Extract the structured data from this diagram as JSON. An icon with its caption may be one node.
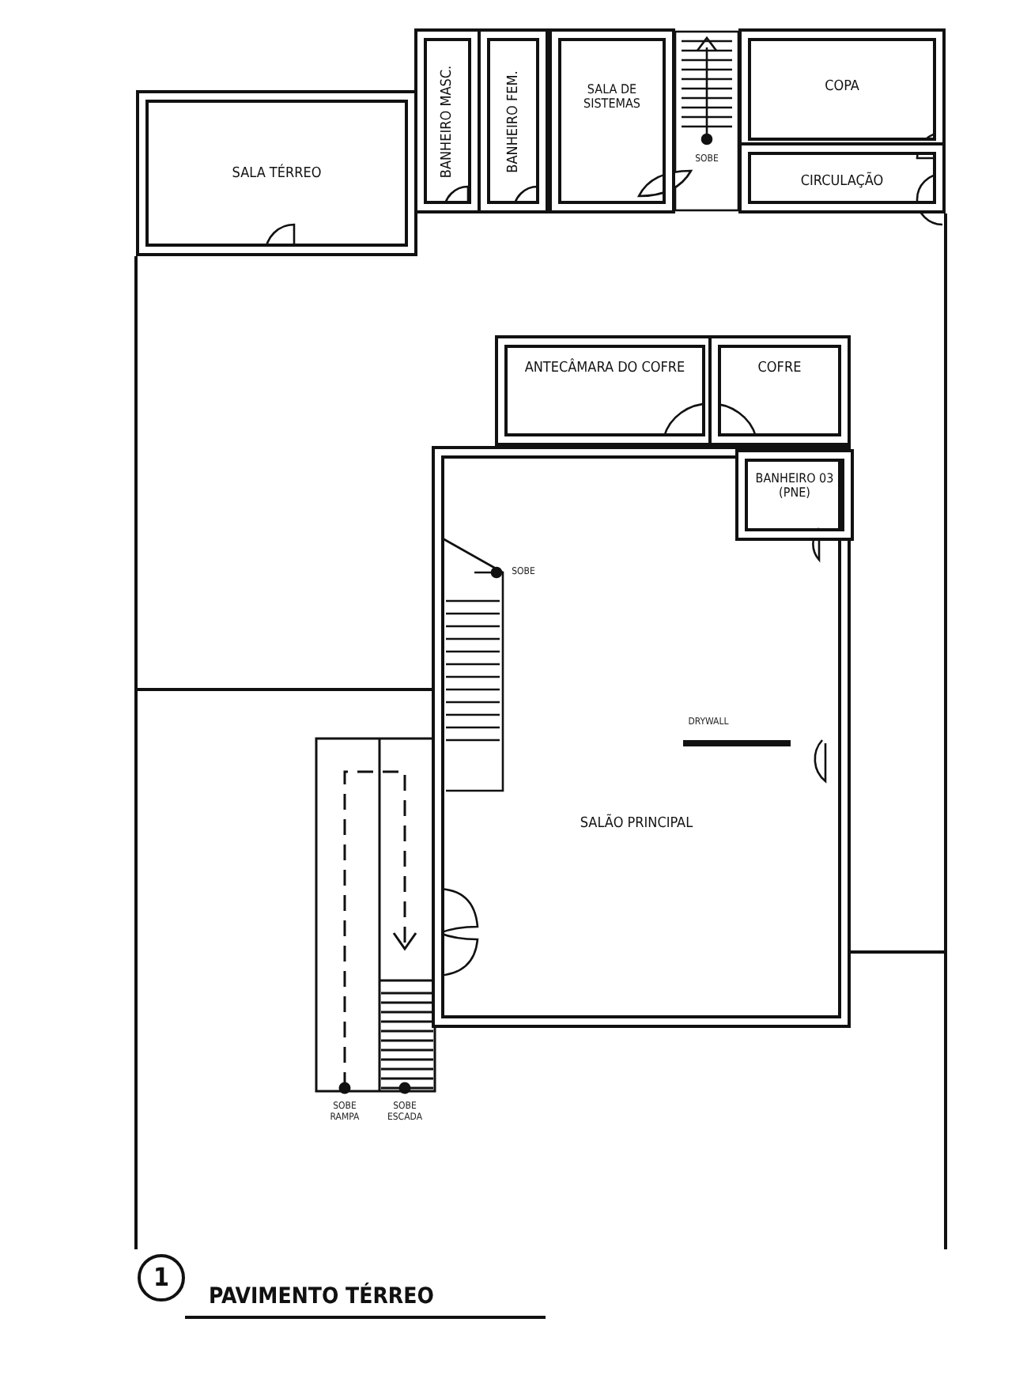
{
  "diagram": {
    "title": "PAVIMENTO TÉRREO",
    "nodes": [
      {
        "text": [
          "SALA TÉRREO"
        ]
      },
      {
        "text": [
          "BANHEIRO MASC."
        ]
      },
      {
        "text": [
          "BANHEIRO FEM."
        ]
      },
      {
        "text": [
          "SALA DE SISTEMAS"
        ]
      },
      {
        "text": [
          "COPA"
        ]
      },
      {
        "text": [
          "CIRCULAÇÃO"
        ]
      },
      {
        "text": [
          "ANTECÂMARA DO COFRE"
        ]
      },
      {
        "text": [
          "COFRE"
        ]
      },
      {
        "text": [
          "SALÃO PRINCIPAL"
        ]
      },
      {
        "text": [
          "BANHEIRO 03 (PNE)"
        ],
        "in": 8
      }
    ],
    "labels": [
      "SOBE",
      "SOBE",
      "DRYWALL",
      "SOBE RAMPA",
      "SOBE ESCADA",
      "1"
    ]
  }
}
